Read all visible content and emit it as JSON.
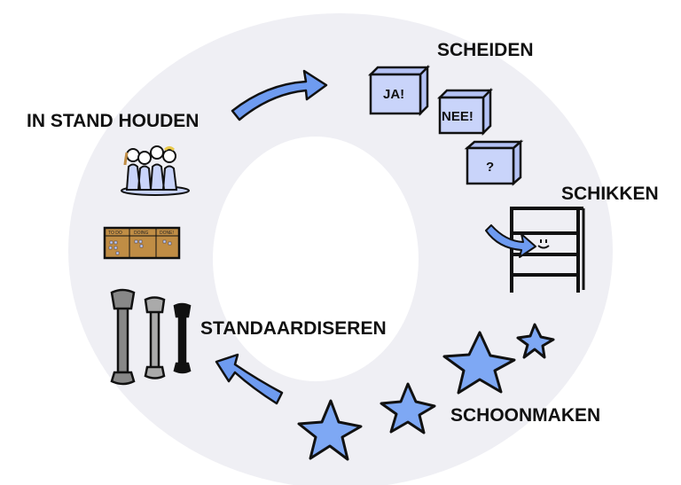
{
  "colors": {
    "ring": "#efeff4",
    "box_fill": "#c9d4fa",
    "arrow": "#6e9bf0",
    "star": "#7ea8f4",
    "board": "#c08d45"
  },
  "steps": [
    {
      "label": "SCHEIDEN"
    },
    {
      "label": "SCHIKKEN"
    },
    {
      "label": "SCHOONMAKEN"
    },
    {
      "label": "STANDAARDISEREN"
    },
    {
      "label": "IN STAND HOUDEN"
    }
  ],
  "boxes": [
    "JA!",
    "NEE!",
    "?"
  ],
  "board_columns": [
    "TO DO",
    "DOING",
    "DONE!"
  ],
  "icons": [
    "arrow-icon",
    "box-icon",
    "shelf-icon",
    "star-icon",
    "wrench-icon",
    "team-icon",
    "kanban-board-icon"
  ]
}
